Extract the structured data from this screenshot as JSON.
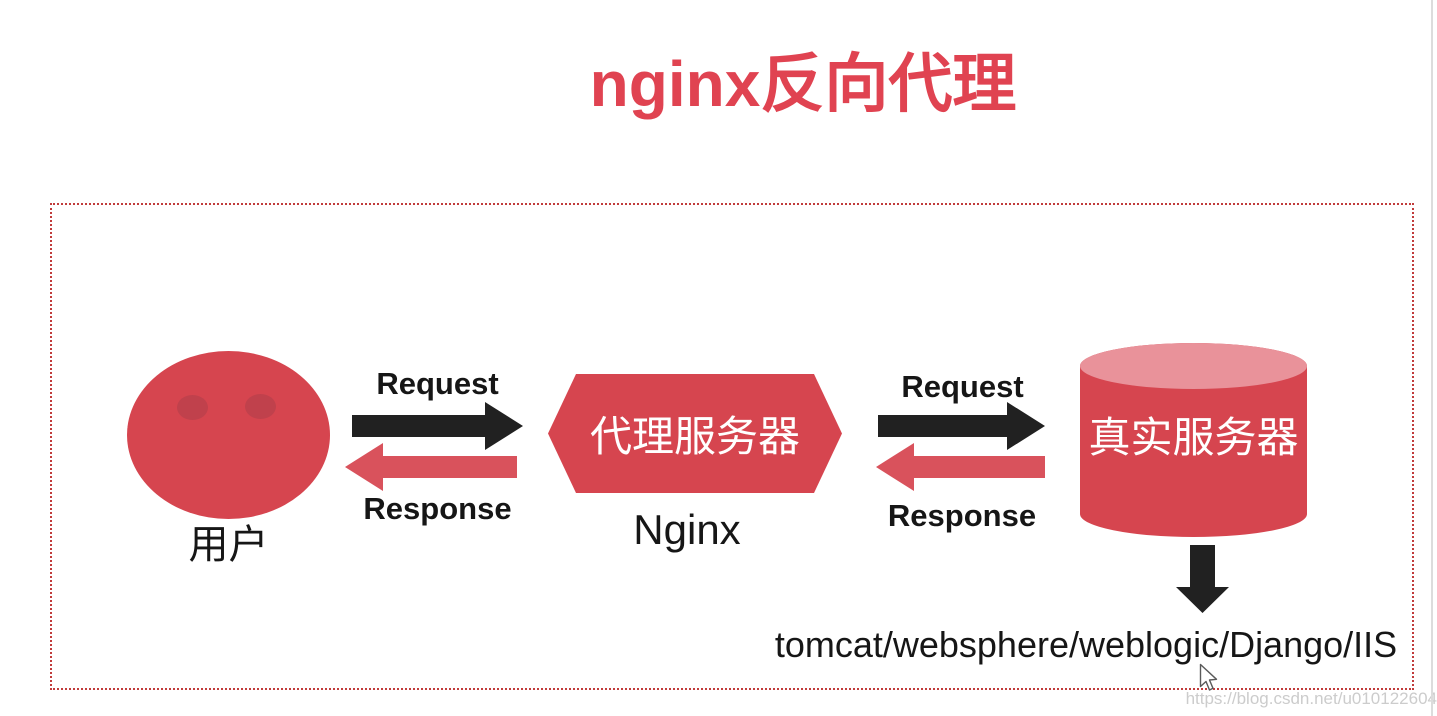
{
  "title": "nginx反向代理",
  "diagram": {
    "user": {
      "label": "用户"
    },
    "client_proxy_flow": {
      "request_label": "Request",
      "response_label": "Response"
    },
    "proxy": {
      "shape_label": "代理服务器",
      "caption": "Nginx"
    },
    "proxy_server_flow": {
      "request_label": "Request",
      "response_label": "Response"
    },
    "real_server": {
      "label": "真实服务器"
    },
    "backends_label": "tomcat/websphere/weblogic/Django/IIS"
  },
  "watermark": "https://blog.csdn.net/u010122604",
  "colors": {
    "shape_red": "#d6454f",
    "cylinder_top_pink": "#e9929a",
    "eye_dark_red": "#c0414c",
    "arrow_black": "#212121",
    "arrow_red": "#d9525c",
    "title_red": "#e04351",
    "dashed_border_red": "#c13b3b",
    "watermark_gray": "#cccccc"
  }
}
